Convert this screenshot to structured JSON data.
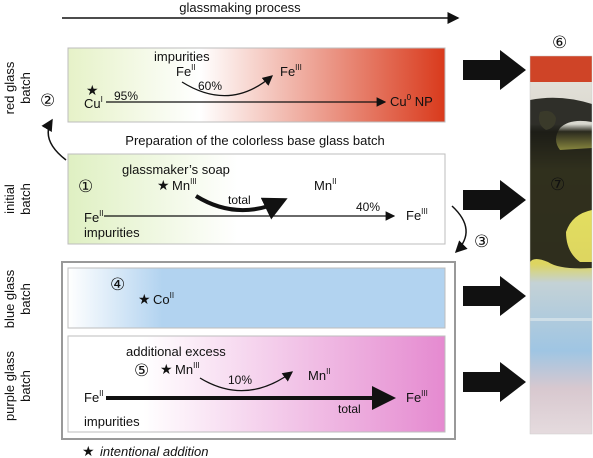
{
  "process": {
    "label": "glassmaking process"
  },
  "legend": {
    "star_text": "intentional addition",
    "star_glyph": "★"
  },
  "prep": {
    "label": "Preparation of the colorless base glass batch"
  },
  "circled": {
    "n2": "②",
    "n3": "③",
    "n6": "⑥",
    "n7": "⑦"
  },
  "red": {
    "side_label_1": "red glass",
    "side_label_2": "batch",
    "colors": {
      "start": "#e6f2c8",
      "end": "#d93a1c"
    },
    "impurities": "impurities",
    "fe2_base": "Fe",
    "fe2_sup": "II",
    "pct_top": "60%",
    "fe3_base": "Fe",
    "fe3_sup": "III",
    "cu1_base": "Cu",
    "cu1_sup": "I",
    "pct_main": "95%",
    "cu0_base": "Cu",
    "cu0_sup": "0",
    "cu0_suffix": " NP"
  },
  "initial": {
    "side_label_1": "initial",
    "side_label_2": "batch",
    "colors": {
      "start": "#dff0c2",
      "end": "#ffffff"
    },
    "number": "①",
    "soap": "glassmaker’s soap",
    "mn3_base": "Mn",
    "mn3_sup": "III",
    "total": "total",
    "mn2_base": "Mn",
    "mn2_sup": "II",
    "fe2_base": "Fe",
    "fe2_sup": "II",
    "impurities": "impurities",
    "pct": "40%",
    "fe3_base": "Fe",
    "fe3_sup": "III"
  },
  "blue": {
    "side_label_1": "blue glass",
    "side_label_2": "batch",
    "colors": {
      "start": "#ffffff",
      "end": "#b2d3f0"
    },
    "number": "④",
    "co_base": "Co",
    "co_sup": "II"
  },
  "purple": {
    "side_label_1": "purple glass",
    "side_label_2": "batch",
    "colors": {
      "start": "#ffffff",
      "end": "#e58ad0"
    },
    "excess": "additional excess",
    "number": "⑤",
    "mn3_base": "Mn",
    "mn3_sup": "III",
    "pct": "10%",
    "mn2_base": "Mn",
    "mn2_sup": "II",
    "fe2_base": "Fe",
    "fe2_sup": "II",
    "impurities": "impurities",
    "total": "total",
    "fe3_base": "Fe",
    "fe3_sup": "III"
  },
  "colors": {
    "outline_purple": "#999999",
    "black": "#111111"
  }
}
